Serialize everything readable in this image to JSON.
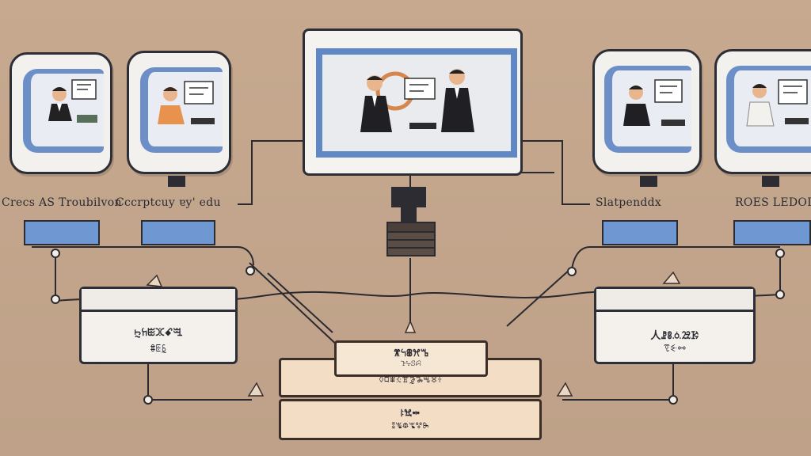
{
  "labels": {
    "left_caption": "Crecs AS Troubilvon",
    "left_mid_caption": "Cccrptcuy ɐy' edu",
    "right_mid_caption": "Slatpenddx",
    "right_caption": "ROES LEDOI"
  },
  "boxes": {
    "left_title": "ꖩꖷꖺꖼꗃꗅ",
    "left_sub": "ꗊꗍꗐ",
    "right_title": "人ꗗꗚꗝꗠꗣ",
    "right_sub": "ꗦꗩꗬ"
  },
  "scroll": {
    "top_line1": "ꕨꕪꕬꕮꕰ",
    "top_line2": "ꕲꕴꕶꕸ",
    "top_line3": "ꕺꕼꕾꖀꖂꖄꖆꖈꖊꖌ",
    "bottom_line1": "ꖎꖐꖒ",
    "bottom_line2": "ꖔꖖꖘꖚꖜꖞ"
  },
  "icons": [
    "video-call-icon",
    "presentation-board-icon",
    "server-icon",
    "connector-node-icon",
    "arrow-marker-icon"
  ],
  "colors": {
    "background": "#c2a58c",
    "screen_frame": "#5f88c4",
    "tray": "#6f97d1",
    "scroll": "#f3ddc5",
    "outline": "#2e2e36"
  }
}
